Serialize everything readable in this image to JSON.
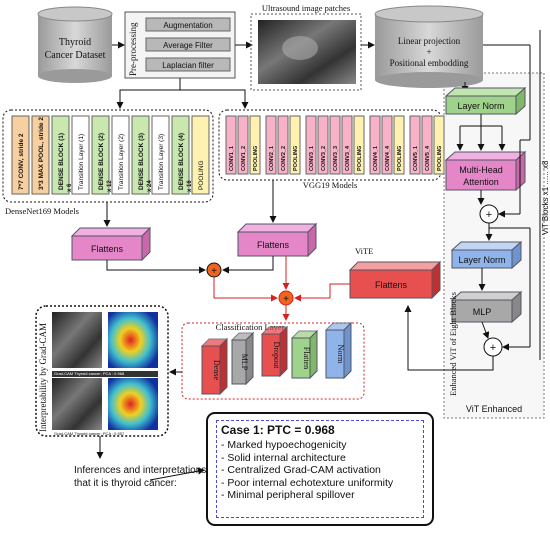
{
  "dataset": {
    "line1": "Thyroid",
    "line2": "Cancer Dataset"
  },
  "preprocessing": {
    "label": "Pre-processing",
    "steps": [
      "Augmentation",
      "Average Filter",
      "Laplacian filter"
    ]
  },
  "patches_label": "Ultrasound image patches",
  "embedding": {
    "line1": "Linear projection",
    "line2": "+",
    "line3": "Positional embodding"
  },
  "densenet": {
    "title": "DenseNet169 Models",
    "layers": [
      "7*7 CONV, stride 2",
      "3*3 MAX POOL, stride 2",
      "DENSE BLOCK (1)",
      "Transition Layer (1)",
      "DENSE BLOCK (2)",
      "Transition Layer (2)",
      "DENSE BLOCK (3)",
      "Transition Layer (3)",
      "DENSE BLOCK (4)",
      "POOLING"
    ],
    "multipliers": [
      "x 6",
      "x 12",
      "x 24",
      "x 16"
    ]
  },
  "vgg": {
    "title": "VGG19 Models",
    "layers": [
      "CONV1_1",
      "CONV1_2",
      "POOLING",
      "CONV2_1",
      "CONV2_2",
      "POOLING",
      "CONV3_1",
      "CONV3_2",
      "CONV3_3",
      "CONV3_4",
      "POOLING",
      "CONV4_1",
      "CONV4_4",
      "POOLING",
      "CONV5_1",
      "CONV5_4",
      "POOLING"
    ]
  },
  "vit": {
    "layer_norm_1": "Layer Norm",
    "mha_line1": "Multi-Head",
    "mha_line2": "Attention",
    "layer_norm_2": "Layer Norm",
    "mlp": "MLP",
    "plus": "+",
    "blocks_label": "ViT Blocks x1 ...... x8",
    "enhanced_label": "Enhanced ViT of Eight Blocks",
    "footer": "ViT Enhanced",
    "vite_label": "ViTE"
  },
  "flattens": {
    "densenet": "Flattens",
    "vgg": "Flattens",
    "vite": "Flattens"
  },
  "classification": {
    "title": "Classification Layer",
    "layers": [
      "Dense",
      "MLP",
      "Dropout",
      "Flatten",
      "Norm"
    ]
  },
  "gradcam": {
    "label": "Interpretability by Grad-CAM",
    "caption1": "Grad-CAM Thyroid cancer; PCA : 0.968",
    "caption2": "Grad-CAM Thyroid cancer; PCA : 0.957"
  },
  "inference": {
    "text_line1": "Inferences and interpretations",
    "text_line2": "that it is thyroid cancer:"
  },
  "case": {
    "title": "Case 1:  PTC = 0.968",
    "items": [
      "- Marked hypoechogenicity",
      "- Solid internal architecture",
      "- Centralized Grad-CAM activation",
      "- Poor internal echotexture uniformity",
      "- Minimal peripheral spillover"
    ]
  },
  "colors": {
    "green": "#9fd28a",
    "pink": "#e486c8",
    "red": "#e85050",
    "blue": "#8fb4ea",
    "gray": "#a8a8a8",
    "orange": "#f0641e",
    "yellow": "#fff2b0"
  }
}
